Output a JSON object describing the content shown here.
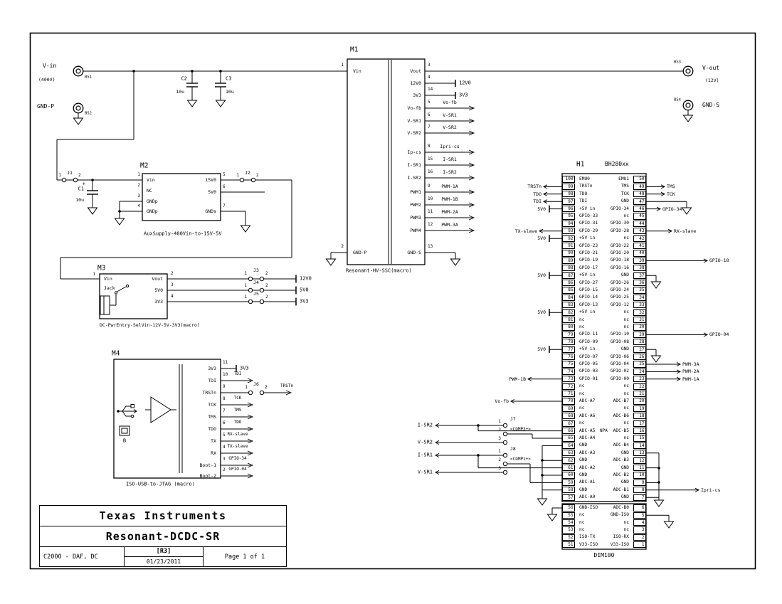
{
  "page": {
    "bg": "#ffffff",
    "ink": "#000000"
  },
  "terminals": {
    "bs1": {
      "ref": "BS1",
      "label": "V-in",
      "sub": "(400V)"
    },
    "bs2": {
      "ref": "BS2",
      "label": "GND-P"
    },
    "bs3": {
      "ref": "BS3",
      "label": "V-out",
      "sub": "(12V)"
    },
    "bs4": {
      "ref": "BS4",
      "label": "GND-S"
    }
  },
  "caps": {
    "c1": {
      "ref": "C1",
      "value": "10u",
      "polarity": "+"
    },
    "c2": {
      "ref": "C2",
      "value": "10u"
    },
    "c3": {
      "ref": "C3",
      "value": "10u"
    }
  },
  "m1": {
    "ref": "M1",
    "subtitle": "Resonant-HV-SSC(macro)",
    "left_pins": [
      {
        "num": "1",
        "label": "Vin"
      },
      {
        "num": "2",
        "label": "GND-P"
      }
    ],
    "right_pins": [
      {
        "num": "3",
        "label": "Vout",
        "kind": "wire"
      },
      {
        "num": "4",
        "label": "12V0",
        "net": "12V0",
        "kind": "tap"
      },
      {
        "num": "14",
        "label": "3V3",
        "net": "3V3",
        "kind": "tap"
      },
      {
        "num": "5",
        "label": "Vo-fb",
        "net": "Vo-fb",
        "kind": "flag"
      },
      {
        "num": "6",
        "label": "V-SR1",
        "net": "V-SR1",
        "kind": "flag"
      },
      {
        "num": "7",
        "label": "V-SR2",
        "net": "V-SR2",
        "kind": "flag"
      },
      {
        "num": "8",
        "label": "Ip-cs",
        "net": "Ipri-cs",
        "kind": "flag"
      },
      {
        "num": "15",
        "label": "I-SR1",
        "net": "I-SR1",
        "kind": "flag"
      },
      {
        "num": "16",
        "label": "I-SR2",
        "net": "I-SR2",
        "kind": "flag"
      },
      {
        "num": "9",
        "label": "PWM1",
        "net": "PWM-1A",
        "kind": "flag"
      },
      {
        "num": "10",
        "label": "PWM2",
        "net": "PWM-1B",
        "kind": "flag"
      },
      {
        "num": "11",
        "label": "PWM3",
        "net": "PWM-2A",
        "kind": "flag"
      },
      {
        "num": "12",
        "label": "PWM4",
        "net": "PWM-3A",
        "kind": "flag"
      },
      {
        "num": "13",
        "label": "GND-S",
        "kind": "gnd"
      }
    ]
  },
  "m2": {
    "ref": "M2",
    "subtitle": "AuxSupply-400Vin-to-15V-5V",
    "left_pins": [
      {
        "num": "1",
        "label": "Vin"
      },
      {
        "num": "2",
        "label": "NC"
      },
      {
        "num": "3",
        "label": "GNDp"
      },
      {
        "num": "4",
        "label": "GNDp"
      }
    ],
    "right_pins": [
      {
        "num": "5",
        "label": "15V0"
      },
      {
        "num": "6",
        "label": "5V0"
      },
      {
        "num": "7",
        "label": "GNDs"
      }
    ]
  },
  "m3": {
    "ref": "M3",
    "subtitle": "DC-PwrEntry-SelVin-12V-5V-3V3(macro)",
    "left_pins": [
      {
        "num": "1",
        "label": "Vin"
      },
      {
        "label": "Jack"
      }
    ],
    "right_pins": [
      {
        "num": "2",
        "label": "Vout",
        "net": "12V0",
        "jumper": "J3"
      },
      {
        "num": "3",
        "label": "5V0",
        "net": "5V0",
        "jumper": "J4"
      },
      {
        "num": "4",
        "label": "3V3",
        "net": "3V3",
        "jumper": "J5"
      }
    ]
  },
  "m4": {
    "ref": "M4",
    "subtitle": "ISO-USB-to-JTAG (macro)",
    "port_label": "B",
    "right_pins": [
      {
        "num": "11",
        "label": "3V3",
        "net": "3V3",
        "kind": "tap"
      },
      {
        "num": "10",
        "label": "TDI",
        "net": "TDI",
        "kind": "flag"
      },
      {
        "num": "9",
        "label": "TRSTn",
        "net": "TRSTn",
        "kind": "jumper_flag",
        "jumper": "J6"
      },
      {
        "num": "8",
        "label": "TCK",
        "net": "TCK",
        "kind": "flag"
      },
      {
        "num": "7",
        "label": "TMS",
        "net": "TMS",
        "kind": "flag"
      },
      {
        "num": "6",
        "label": "TDO",
        "net": "TDO",
        "kind": "flag"
      },
      {
        "num": "5",
        "label": "TX",
        "net": "RX-slave",
        "kind": "flag"
      },
      {
        "num": "4",
        "label": "RX",
        "net": "TX-slave",
        "kind": "flag"
      },
      {
        "num": "3",
        "label": "Boot-1",
        "net": "GPIO-34",
        "kind": "flag"
      },
      {
        "num": "2",
        "label": "Boot-2",
        "net": "GPIO-04",
        "kind": "flag"
      }
    ]
  },
  "h1": {
    "ref": "H1",
    "part": "BH280xx",
    "footer": "DIM100",
    "npa": "NPA",
    "left_pins": [
      {
        "n": "100",
        "l": "EMU0"
      },
      {
        "n": "99",
        "l": "TRSTn",
        "net": "TRSTn",
        "len": 26
      },
      {
        "n": "98",
        "l": "TDO",
        "net": "TDO",
        "len": 26
      },
      {
        "n": "97",
        "l": "TDI",
        "net": "TDI",
        "len": 26
      },
      {
        "n": "96",
        "l": "+5V in",
        "net": "5V0",
        "kind": "tap"
      },
      {
        "n": "95",
        "l": "GPIO-33"
      },
      {
        "n": "94",
        "l": "GPIO-31"
      },
      {
        "n": "93",
        "l": "GPIO-29",
        "net": "TX-slave",
        "len": 32
      },
      {
        "n": "92",
        "l": "+5V in",
        "net": "5V0",
        "kind": "tap"
      },
      {
        "n": "91",
        "l": "GPIO-23"
      },
      {
        "n": "90",
        "l": "GPIO-21"
      },
      {
        "n": "89",
        "l": "GPIO-19"
      },
      {
        "n": "88",
        "l": "GPIO-17"
      },
      {
        "n": "87",
        "l": "+5V in",
        "net": "5V0",
        "kind": "tap"
      },
      {
        "n": "86",
        "l": "GPIO-27"
      },
      {
        "n": "85",
        "l": "GPIO-15"
      },
      {
        "n": "84",
        "l": "GPIO-14"
      },
      {
        "n": "83",
        "l": "GPIO-13"
      },
      {
        "n": "82",
        "l": "+5V in",
        "net": "5V0",
        "kind": "tap"
      },
      {
        "n": "81",
        "l": "nc"
      },
      {
        "n": "80",
        "l": "nc"
      },
      {
        "n": "79",
        "l": "GPIO-11"
      },
      {
        "n": "78",
        "l": "GPIO-09"
      },
      {
        "n": "77",
        "l": "+5V in",
        "net": "5V0",
        "kind": "tap"
      },
      {
        "n": "76",
        "l": "GPIO-07"
      },
      {
        "n": "75",
        "l": "GPIO-05"
      },
      {
        "n": "74",
        "l": "GPIO-03"
      },
      {
        "n": "73",
        "l": "GPIO-01",
        "net": "PWM-1B",
        "len": 48
      },
      {
        "n": "72",
        "l": "nc"
      },
      {
        "n": "71",
        "l": "nc"
      },
      {
        "n": "70",
        "l": "ADC-A7",
        "net": "Vo-fb",
        "len": 72
      },
      {
        "n": "69",
        "l": "nc"
      },
      {
        "n": "68",
        "l": "ADC-A6"
      },
      {
        "n": "67",
        "l": "nc"
      },
      {
        "n": "66",
        "l": "ADC-A5"
      },
      {
        "n": "65",
        "l": "ADC-A4"
      },
      {
        "n": "64",
        "l": "GND"
      },
      {
        "n": "63",
        "l": "ADC-A3"
      },
      {
        "n": "62",
        "l": "GND"
      },
      {
        "n": "61",
        "l": "ADC-A2"
      },
      {
        "n": "60",
        "l": "GND"
      },
      {
        "n": "59",
        "l": "ADC-A1"
      },
      {
        "n": "58",
        "l": "GND"
      },
      {
        "n": "57",
        "l": "ADC-A0"
      }
    ],
    "right_pins": [
      {
        "n": "50",
        "l": "EMU1"
      },
      {
        "n": "49",
        "l": "TMS",
        "net": "TMS",
        "len": 26
      },
      {
        "n": "48",
        "l": "TCK",
        "net": "TCK",
        "len": 26
      },
      {
        "n": "47",
        "l": "GND"
      },
      {
        "n": "46",
        "l": "GPIO-34",
        "net": "GPIO-34",
        "len": 20
      },
      {
        "n": "45",
        "l": "nc"
      },
      {
        "n": "44",
        "l": "GPIO-30"
      },
      {
        "n": "43",
        "l": "GPIO-28",
        "net": "RX-slave",
        "len": 36
      },
      {
        "n": "42",
        "l": "nc"
      },
      {
        "n": "41",
        "l": "GPIO-22"
      },
      {
        "n": "40",
        "l": "GPIO-20"
      },
      {
        "n": "39",
        "l": "GPIO-18",
        "net": "GPIO-18",
        "len": 86
      },
      {
        "n": "38",
        "l": "GPIO-16"
      },
      {
        "n": "37",
        "l": "GND"
      },
      {
        "n": "36",
        "l": "GPIO-26"
      },
      {
        "n": "35",
        "l": "GPIO-24"
      },
      {
        "n": "34",
        "l": "GPIO-25"
      },
      {
        "n": "33",
        "l": "GPIO-12"
      },
      {
        "n": "32",
        "l": "nc"
      },
      {
        "n": "31",
        "l": "nc"
      },
      {
        "n": "30",
        "l": "nc"
      },
      {
        "n": "29",
        "l": "GPIO-10",
        "net": "GPIO-04",
        "len": 86
      },
      {
        "n": "28",
        "l": "GPIO-08"
      },
      {
        "n": "27",
        "l": "GND"
      },
      {
        "n": "26",
        "l": "GPIO-06"
      },
      {
        "n": "25",
        "l": "GPIO-04",
        "net": "PWM-3A",
        "len": 48
      },
      {
        "n": "24",
        "l": "GPIO-02",
        "net": "PWM-2A",
        "len": 48
      },
      {
        "n": "23",
        "l": "GPIO-00",
        "net": "PWM-1A",
        "len": 48
      },
      {
        "n": "22",
        "l": "nc"
      },
      {
        "n": "21",
        "l": "nc"
      },
      {
        "n": "20",
        "l": "ADC-B7"
      },
      {
        "n": "19",
        "l": "nc"
      },
      {
        "n": "18",
        "l": "ADC-B6"
      },
      {
        "n": "17",
        "l": "nc"
      },
      {
        "n": "16",
        "l": "ADC-B5"
      },
      {
        "n": "15",
        "l": "nc"
      },
      {
        "n": "14",
        "l": "ADC-B4"
      },
      {
        "n": "13",
        "l": "GND"
      },
      {
        "n": "12",
        "l": "ADC-B3"
      },
      {
        "n": "11",
        "l": "GND"
      },
      {
        "n": "10",
        "l": "ADC-B2"
      },
      {
        "n": "9",
        "l": "GND"
      },
      {
        "n": "8",
        "l": "ADC-B1",
        "net": "Ipri-cs",
        "len": 74
      },
      {
        "n": "7",
        "l": "GND"
      }
    ],
    "left_pins2": [
      {
        "n": "56",
        "l": "GND-ISO"
      },
      {
        "n": "55",
        "l": "nc"
      },
      {
        "n": "54",
        "l": "nc"
      },
      {
        "n": "53",
        "l": "nc"
      },
      {
        "n": "52",
        "l": "ISO-TX"
      },
      {
        "n": "51",
        "l": "V33-ISO"
      }
    ],
    "right_pins2": [
      {
        "n": "6",
        "l": "ADC-B0"
      },
      {
        "n": "5",
        "l": "GND-ISO"
      },
      {
        "n": "4",
        "l": "nc"
      },
      {
        "n": "3",
        "l": "nc"
      },
      {
        "n": "2",
        "l": "ISO-RX"
      },
      {
        "n": "1",
        "l": "V33-ISO"
      }
    ]
  },
  "jumpers": {
    "j1": {
      "ref": "J1",
      "p1": "1",
      "p2": "2"
    },
    "j2": {
      "ref": "J2",
      "p1": "1",
      "p2": "2"
    },
    "j3": {
      "ref": "J3",
      "p1": "1",
      "p2": "2"
    },
    "j4": {
      "ref": "J4",
      "p1": "1",
      "p2": "2"
    },
    "j5": {
      "ref": "J5",
      "p1": "1",
      "p2": "2"
    },
    "j6": {
      "ref": "J6",
      "p1": "1",
      "p2": "2"
    },
    "j7": {
      "ref": "J7",
      "p1": "1",
      "p2": "2",
      "p3": "3"
    },
    "j8": {
      "ref": "J8",
      "p1": "1",
      "p2": "2",
      "p3": "3"
    }
  },
  "analog_nets": {
    "isr2": "I-SR2",
    "vsr2": "V-SR2",
    "isr1": "I-SR1",
    "vsr1": "V-SR1",
    "comp2": "<COMP2+>",
    "comp1": "<COMP1+>"
  },
  "title_block": {
    "company": "Texas Instruments",
    "title": "Resonant-DCDC-SR",
    "project": "C2000 - DAF, DC",
    "revision": "[R3]",
    "date": "01/23/2011",
    "page": "Page 1 of 1"
  }
}
